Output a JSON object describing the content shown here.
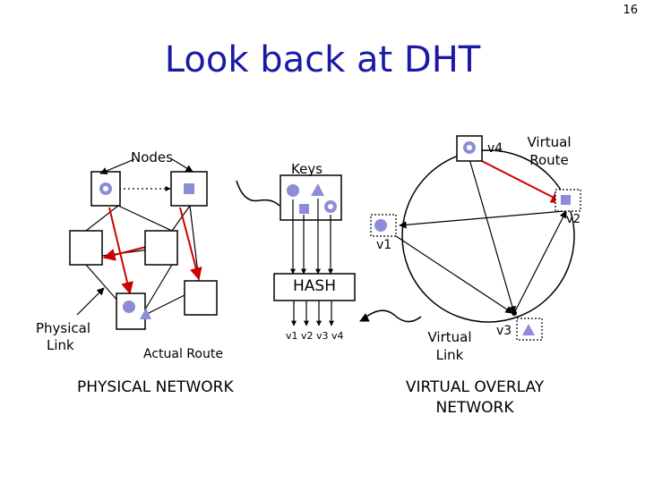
{
  "slide": {
    "page_number": "16",
    "title": "Look back at DHT"
  },
  "physical": {
    "nodes_label": "Nodes",
    "physical_link_label_line1": "Physical",
    "physical_link_label_line2": "Link",
    "actual_route_label": "Actual Route",
    "network_label": "PHYSICAL NETWORK"
  },
  "hash": {
    "keys_label": "Keys",
    "hash_label": "HASH",
    "outputs_label": "v1 v2 v3 v4"
  },
  "virtual": {
    "v1_label": "v1",
    "v2_label": "v2",
    "v3_label": "v3",
    "v4_label": "v4",
    "virtual_route_line1": "Virtual",
    "virtual_route_line2": "Route",
    "virtual_link_line1": "Virtual",
    "virtual_link_line2": "Link",
    "network_line1": "VIRTUAL OVERLAY",
    "network_line2": "NETWORK"
  },
  "colors": {
    "shape_fill": "#8c8cd9",
    "route_red": "#cc0000",
    "title_blue": "#1a1aa6"
  }
}
